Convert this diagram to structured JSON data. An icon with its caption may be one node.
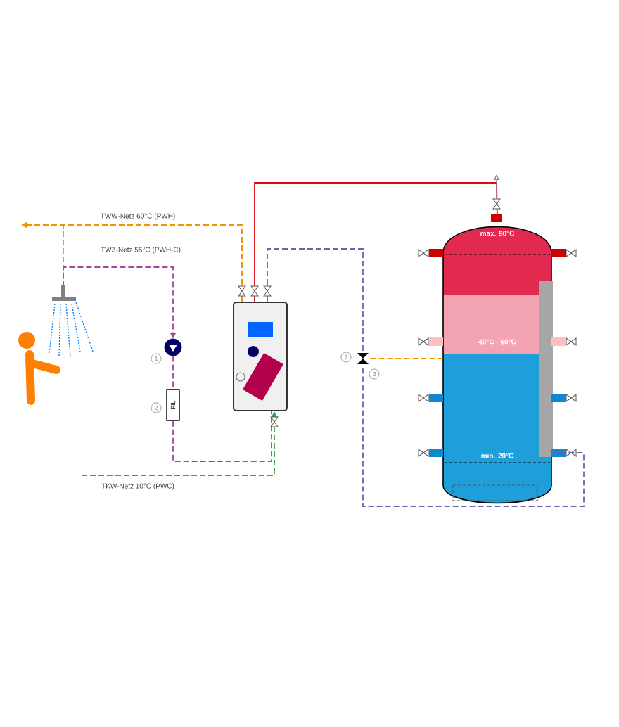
{
  "diagram": {
    "nodes": [
      {
        "text": [],
        "shape": "person"
      },
      {
        "text": [],
        "shape": "circle",
        "beside": [
          "1"
        ]
      },
      {
        "text": [
          "FIL"
        ],
        "beside": [
          "2"
        ]
      },
      {
        "text": [],
        "shape": "box"
      },
      {
        "text": [],
        "shape": "valve",
        "beside": [
          "2",
          "3"
        ]
      },
      {
        "text": [
          "max. 90°C",
          "40°C - 60°C",
          "min. 20°C"
        ]
      }
    ],
    "edges": [
      {
        "from": 3,
        "to": null,
        "arrow": "to",
        "label": "TWW-Netz 60°C (PWH)",
        "style": "dashed",
        "color": "#f39200"
      },
      {
        "from": 3,
        "to": 0,
        "arrow": "none",
        "style": "dashed",
        "color": "#f39200"
      },
      {
        "from": 0,
        "to": 1,
        "arrow": "to",
        "label": "TWZ-Netz 55°C (PWH-C)",
        "style": "dashed",
        "color": "#a3479a"
      },
      {
        "from": 1,
        "to": 2,
        "arrow": "none",
        "style": "dashed",
        "color": "#a3479a"
      },
      {
        "from": 2,
        "to": 3,
        "arrow": "none",
        "style": "dashed",
        "color": "#a3479a"
      },
      {
        "from": null,
        "to": 3,
        "arrow": "to",
        "label": "TKW-Netz 10°C (PWC)",
        "style": "dashed",
        "color": "#2fa84f"
      },
      {
        "from": 5,
        "to": 3,
        "arrow": "none",
        "color": "#e30613"
      },
      {
        "from": 3,
        "to": 4,
        "arrow": "none",
        "style": "dashed",
        "color": "#6a64b0"
      },
      {
        "from": 4,
        "to": 5,
        "arrow": "none",
        "style": "dashed",
        "color": "#f39200"
      },
      {
        "from": 5,
        "to": 4,
        "arrow": "none",
        "style": "dashed",
        "color": "#6a64b0"
      }
    ]
  }
}
